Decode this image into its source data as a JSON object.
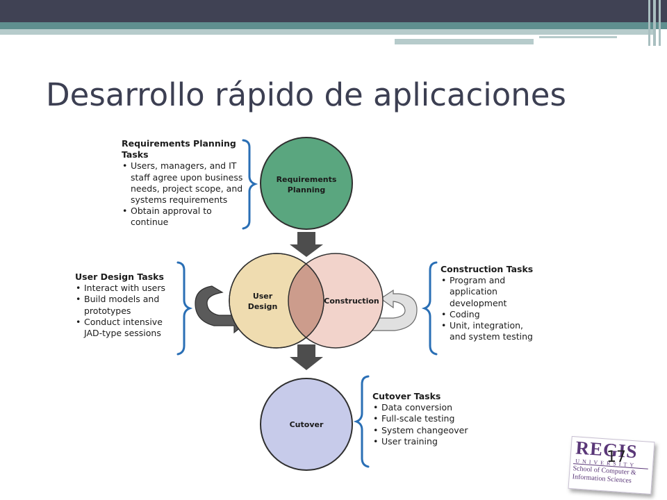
{
  "slide": {
    "title": "Desarrollo rápido de aplicaciones",
    "page_number": "17",
    "colors": {
      "dark_bar": "#404254",
      "teal_bar": "#5f8f8f",
      "title": "#3c3f52",
      "brace": "#2a6fb5"
    }
  },
  "diagram": {
    "phases": {
      "requirements": {
        "line1": "Requirements",
        "line2": "Planning",
        "color": "#5aa67f"
      },
      "user_design": {
        "line1": "User",
        "line2": "Design",
        "color": "#efdcb0"
      },
      "construction": {
        "label": "Construction",
        "color": "#f2d3cb"
      },
      "cutover": {
        "label": "Cutover",
        "color": "#c7cbea"
      },
      "overlap_color": "#cc9c8c"
    },
    "tasks": {
      "requirements": {
        "heading_line1": "Requirements Planning",
        "heading_line2": "Tasks",
        "items": [
          [
            "Users, managers, and IT",
            "staff agree upon business",
            "needs, project scope, and",
            "systems requirements"
          ],
          [
            "Obtain approval to",
            "continue"
          ]
        ]
      },
      "user_design": {
        "heading": "User Design Tasks",
        "items": [
          [
            "Interact with users"
          ],
          [
            "Build models and",
            "prototypes"
          ],
          [
            "Conduct intensive",
            "JAD-type sessions"
          ]
        ]
      },
      "construction": {
        "heading": "Construction Tasks",
        "items": [
          [
            "Program and",
            "application",
            "development"
          ],
          [
            "Coding"
          ],
          [
            "Unit, integration,",
            "and system testing"
          ]
        ]
      },
      "cutover": {
        "heading": "Cutover Tasks",
        "items": [
          [
            "Data conversion"
          ],
          [
            "Full-scale testing"
          ],
          [
            "System changeover"
          ],
          [
            "User training"
          ]
        ]
      }
    }
  },
  "logo": {
    "name": "REGIS",
    "subtitle": "UNIVERSITY",
    "school_line1": "School of Computer &",
    "school_line2": "Information Sciences"
  }
}
